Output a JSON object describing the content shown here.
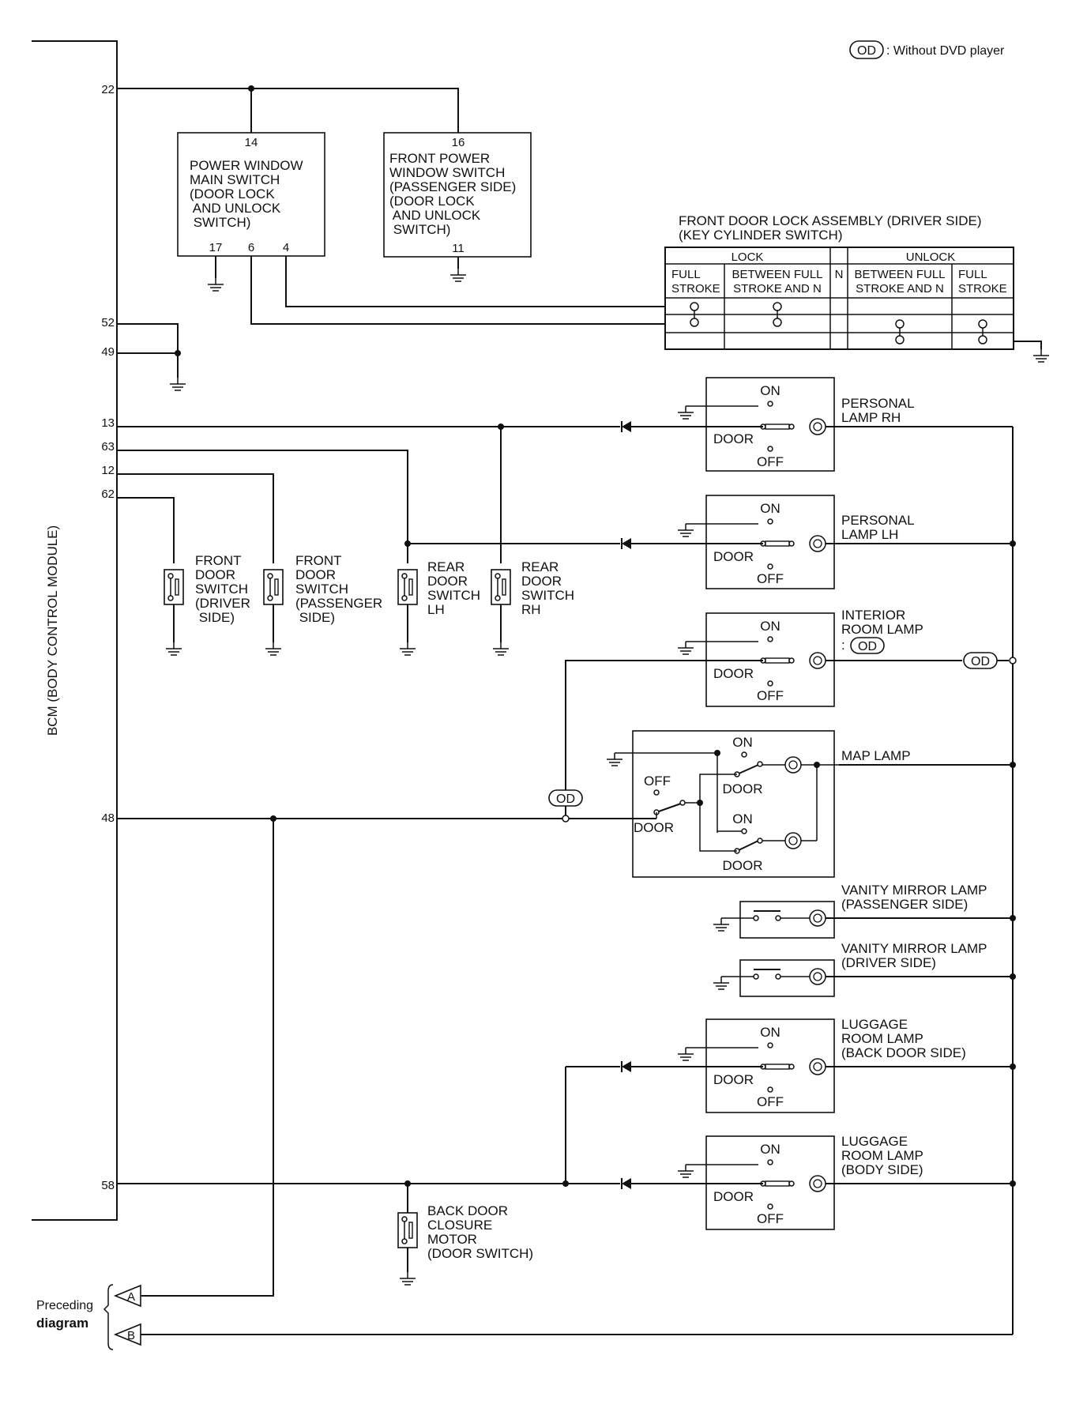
{
  "legend": {
    "od_symbol": "OD",
    "od_meaning": ": Without DVD player"
  },
  "bcm": {
    "label": "BCM (BODY CONTROL MODULE)",
    "pins": [
      "22",
      "52",
      "49",
      "13",
      "63",
      "12",
      "62",
      "48",
      "58"
    ]
  },
  "power_window_main_switch": {
    "lines": [
      "POWER WINDOW",
      "MAIN SWITCH",
      "(DOOR LOCK",
      " AND UNLOCK",
      " SWITCH)"
    ],
    "pins": [
      "14",
      "17",
      "6",
      "4"
    ]
  },
  "front_power_window_switch": {
    "lines": [
      "FRONT POWER",
      "WINDOW SWITCH",
      "(PASSENGER SIDE)",
      "(DOOR LOCK",
      " AND UNLOCK",
      " SWITCH)"
    ],
    "pins": [
      "16",
      "11"
    ]
  },
  "front_door_lock_assembly": {
    "title_lines": [
      "FRONT DOOR LOCK ASSEMBLY (DRIVER SIDE)",
      "(KEY CYLINDER SWITCH)"
    ],
    "groups": [
      "LOCK",
      "N",
      "UNLOCK"
    ],
    "columns": [
      "FULL",
      "STROKE",
      "BETWEEN FULL",
      "STROKE AND N",
      "N",
      "BETWEEN FULL",
      "STROKE AND N",
      "FULL",
      "STROKE"
    ]
  },
  "lamp_switch_labels": {
    "on": "ON",
    "door": "DOOR",
    "off": "OFF"
  },
  "personal_lamp_rh": [
    "PERSONAL",
    "LAMP RH"
  ],
  "personal_lamp_lh": [
    "PERSONAL",
    "LAMP LH"
  ],
  "interior_room_lamp": [
    "INTERIOR",
    "ROOM LAMP",
    ":"
  ],
  "map_lamp": {
    "label": "MAP LAMP",
    "on": "ON",
    "off": "OFF",
    "door": "DOOR"
  },
  "vanity_mirror_lamp_passenger": [
    "VANITY MIRROR LAMP",
    "(PASSENGER SIDE)"
  ],
  "vanity_mirror_lamp_driver": [
    "VANITY MIRROR LAMP",
    "(DRIVER SIDE)"
  ],
  "luggage_room_lamp_back_door": [
    "LUGGAGE",
    "ROOM LAMP",
    "(BACK DOOR SIDE)"
  ],
  "luggage_room_lamp_body": [
    "LUGGAGE",
    "ROOM LAMP",
    "(BODY SIDE)"
  ],
  "front_door_switch_driver": [
    "FRONT",
    "DOOR",
    "SWITCH",
    "(DRIVER",
    " SIDE)"
  ],
  "front_door_switch_passenger": [
    "FRONT",
    "DOOR",
    "SWITCH",
    "(PASSENGER",
    " SIDE)"
  ],
  "rear_door_switch_lh": [
    "REAR",
    "DOOR",
    "SWITCH",
    "LH"
  ],
  "rear_door_switch_rh": [
    "REAR",
    "DOOR",
    "SWITCH",
    "RH"
  ],
  "back_door_closure_motor": [
    "BACK DOOR",
    "CLOSURE",
    "MOTOR",
    "(DOOR SWITCH)"
  ],
  "preceding": {
    "line1": "Preceding",
    "line2": "diagram",
    "connector_a": "A",
    "connector_b": "B"
  }
}
